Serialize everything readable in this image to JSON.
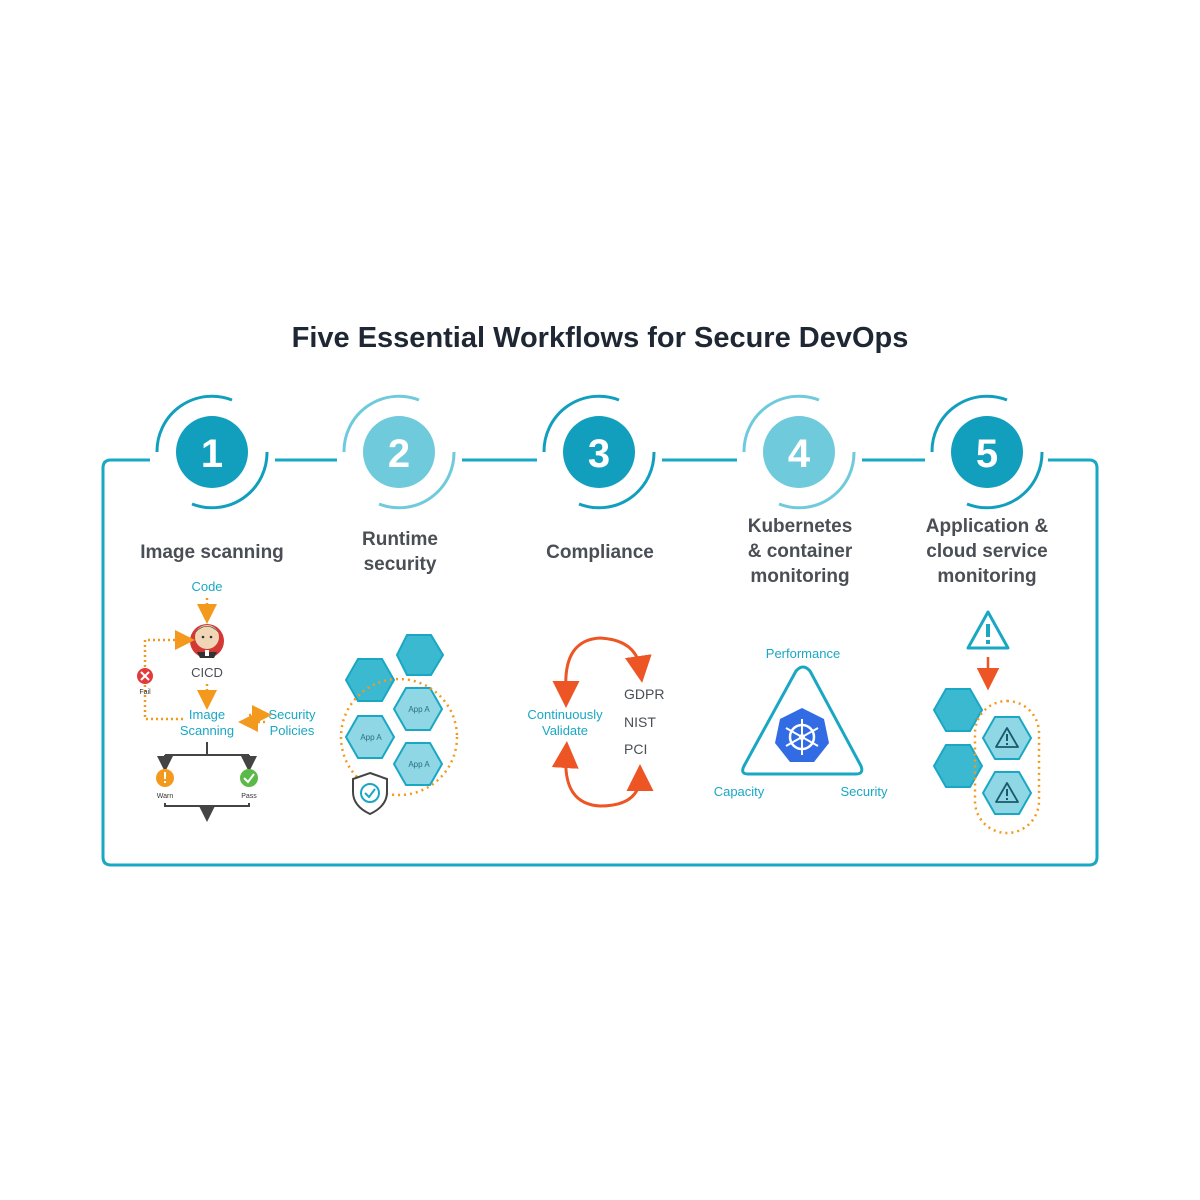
{
  "title": "Five Essential Workflows for Secure DevOps",
  "colors": {
    "teal": "#1aa7c4",
    "teal_dark": "#0f9ab8",
    "teal_light": "#6fcadc",
    "orange": "#f39a1e",
    "red_orange": "#ee5524",
    "red": "#e23b3b",
    "green": "#5bb947",
    "k8s_blue": "#326ce5",
    "text_dark": "#1e2733",
    "text_gray": "#4a4f55"
  },
  "steps": [
    {
      "number": "1",
      "label_lines": [
        "Image scanning"
      ]
    },
    {
      "number": "2",
      "label_lines": [
        "Runtime",
        "security"
      ]
    },
    {
      "number": "3",
      "label_lines": [
        "Compliance"
      ]
    },
    {
      "number": "4",
      "label_lines": [
        "Kubernetes",
        "& container",
        "monitoring"
      ]
    },
    {
      "number": "5",
      "label_lines": [
        "Application &",
        "cloud service",
        "monitoring"
      ]
    }
  ],
  "image_scanning": {
    "code": "Code",
    "cicd": "CICD",
    "fail": "Fail",
    "image_scanning": [
      "Image",
      "Scanning"
    ],
    "security_policies": [
      "Security",
      "Policies"
    ],
    "warn": "Warn",
    "pass": "Pass",
    "icon": "jenkins-butler-icon"
  },
  "runtime": {
    "apps": [
      "App A",
      "App A",
      "App A"
    ],
    "icon": "shield-check-icon"
  },
  "compliance": {
    "center": [
      "Continuously",
      "Validate"
    ],
    "standards": [
      "GDPR",
      "NIST",
      "PCI"
    ]
  },
  "k8s": {
    "top": "Performance",
    "left": "Capacity",
    "right": "Security",
    "icon": "kubernetes-helm-icon"
  },
  "app_monitoring": {
    "icon": "warning-triangle-icon"
  }
}
